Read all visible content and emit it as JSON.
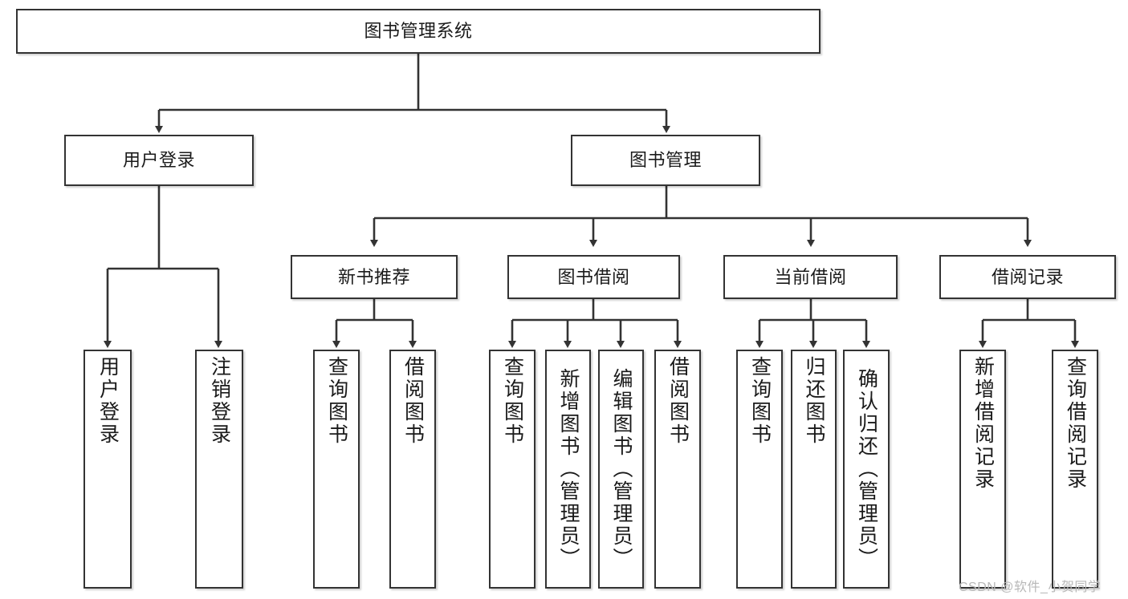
{
  "diagram": {
    "title": "图书管理系统",
    "watermark": "CSDN @软件_小贺同学",
    "colors": {
      "box_border": "#333333",
      "box_fill": "#ffffff",
      "connector": "#333333",
      "text": "#1a1a1a",
      "watermark": "#b8b8b8"
    },
    "levels": {
      "root": {
        "label": "图书管理系统"
      },
      "level2": [
        {
          "label": "用户登录"
        },
        {
          "label": "图书管理"
        }
      ],
      "level3": [
        {
          "label": "新书推荐"
        },
        {
          "label": "图书借阅"
        },
        {
          "label": "当前借阅"
        },
        {
          "label": "借阅记录"
        }
      ],
      "leaves": {
        "user_login": [
          {
            "label": "用户登录"
          },
          {
            "label": "注销登录"
          }
        ],
        "new_book_recommend": [
          {
            "label": "查询图书"
          },
          {
            "label": "借阅图书"
          }
        ],
        "book_borrow": [
          {
            "label": "查询图书"
          },
          {
            "label": "新增图书（管理员）"
          },
          {
            "label": "编辑图书（管理员）"
          },
          {
            "label": "借阅图书"
          }
        ],
        "current_borrow": [
          {
            "label": "查询图书"
          },
          {
            "label": "归还图书"
          },
          {
            "label": "确认归还（管理员）"
          }
        ],
        "borrow_record": [
          {
            "label": "新增借阅记录"
          },
          {
            "label": "查询借阅记录"
          }
        ]
      }
    }
  }
}
